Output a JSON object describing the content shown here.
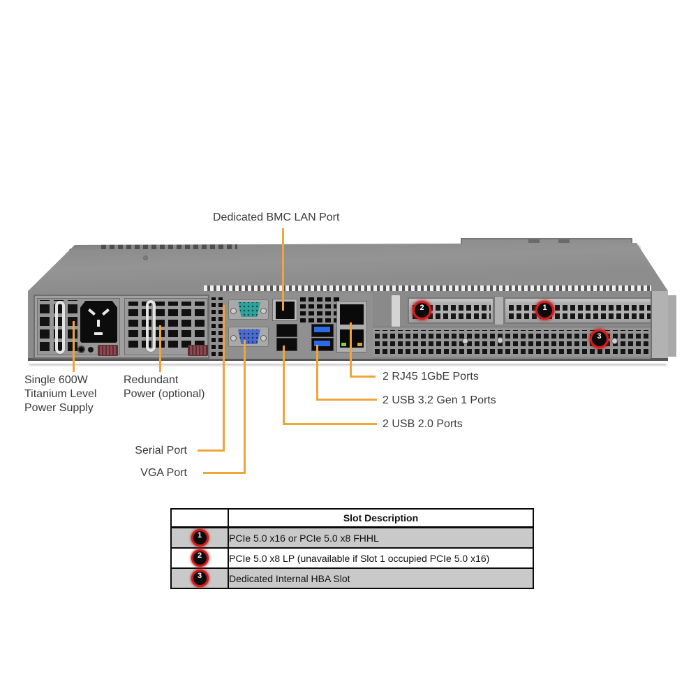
{
  "labels": {
    "bmc": "Dedicated BMC LAN Port",
    "psu": "Single 600W\nTitanium Level\nPower Supply",
    "redundant": "Redundant\nPower (optional)",
    "rj45": "2 RJ45 1GbE Ports",
    "usb3": "2 USB 3.2 Gen 1 Ports",
    "usb2": "2 USB 2.0 Ports",
    "serial": "Serial Port",
    "vga": "VGA Port"
  },
  "chassis_badges": {
    "slot1": "1",
    "slot2": "2",
    "slot3": "3"
  },
  "table": {
    "header_slot_description": "Slot Description",
    "rows": [
      {
        "badge": "1",
        "desc": "PCIe 5.0 x16 or PCIe 5.0 x8 FHHL"
      },
      {
        "badge": "2",
        "desc": "PCIe 5.0 x8 LP (unavailable if Slot 1 occupied PCIe 5.0 x16)"
      },
      {
        "badge": "3",
        "desc": "Dedicated Internal HBA Slot"
      }
    ]
  },
  "colors": {
    "callout_line": "#F0A43C",
    "badge_ring_red": "#D51C1C",
    "serial_port_teal": "#2EA39A",
    "vga_port_blue": "#4A6CD0",
    "table_row_gray": "#C9C9C9"
  }
}
